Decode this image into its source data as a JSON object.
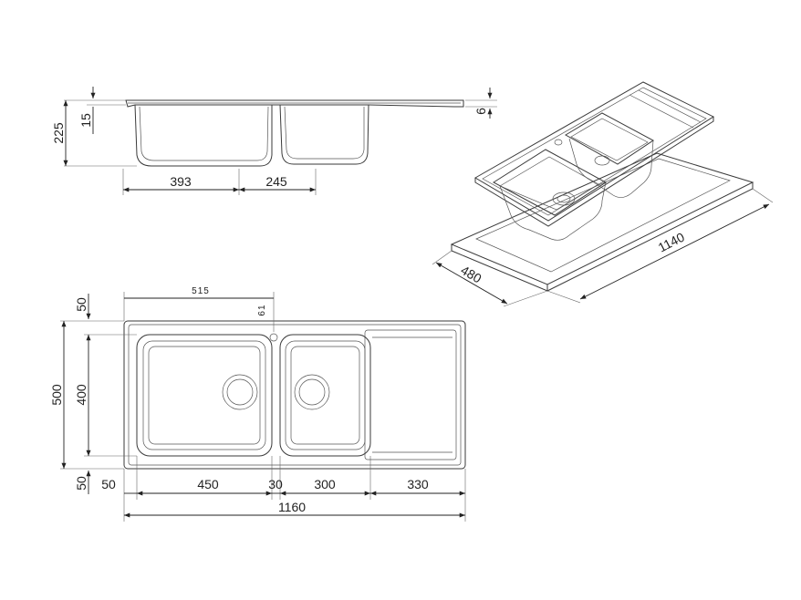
{
  "section_view": {
    "dims": {
      "total_depth": "225",
      "rim_thickness": "15",
      "deck_thickness": "6",
      "big_bowl_width": "393",
      "small_bowl_width": "245"
    }
  },
  "iso_view": {
    "dims": {
      "length": "1140",
      "width": "480"
    }
  },
  "top_view": {
    "dims": {
      "tap_offset": "515",
      "tap_hole": "61",
      "top_margin": "50",
      "bottom_margin": "50",
      "overall_width": "500",
      "bowl_width": "400",
      "left_margin": "50",
      "big_bowl": "450",
      "divider": "30",
      "small_bowl": "300",
      "drainer": "330",
      "overall_length": "1160"
    }
  }
}
